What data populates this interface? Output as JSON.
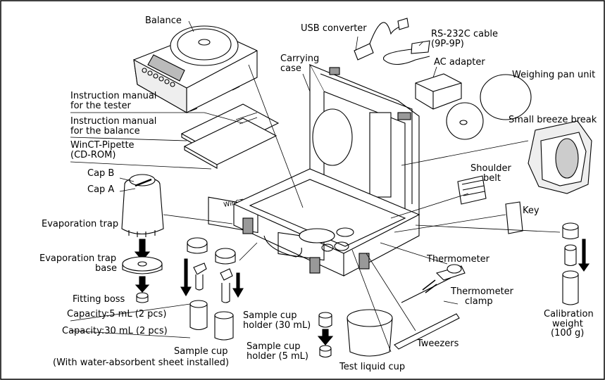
{
  "labels": {
    "balance": "Balance",
    "usb_converter": "USB converter",
    "rs232c_cable_line1": "RS-232C cable",
    "rs232c_cable_line2": "(9P-9P)",
    "carrying_case_line1": "Carrying",
    "carrying_case_line2": "case",
    "ac_adapter": "AC adapter",
    "weighing_pan_unit": "Weighing pan unit",
    "small_breeze_break": "Small breeze break",
    "manual_tester_line1": "Instruction manual",
    "manual_tester_line2": "for the tester",
    "manual_balance_line1": "Instruction manual",
    "manual_balance_line2": "for the balance",
    "wincT_line1": "WinCT-Pipette",
    "wincT_line2": "(CD-ROM)",
    "cap_b": "Cap B",
    "cap_a": "Cap A",
    "shoulder_belt_line1": "Shoulder",
    "shoulder_belt_line2": "belt",
    "key": "Key",
    "evaporation_trap": "Evaporation trap",
    "evap_trap_base_line1": "Evaporation trap",
    "evap_trap_base_line2": "base",
    "thermometer": "Thermometer",
    "thermometer_clamp_line1": "Thermometer",
    "thermometer_clamp_line2": "clamp",
    "fitting_boss": "Fitting boss",
    "capacity_5": "Capacity:5 mL (2 pcs)",
    "capacity_30": "Capacity:30 mL (2 pcs)",
    "sample_cup_holder_30_line1": "Sample cup",
    "sample_cup_holder_30_line2": "holder (30 mL)",
    "sample_cup_holder_5_line1": "Sample cup",
    "sample_cup_holder_5_line2": "holder (5 mL)",
    "sample_cup_line1": "Sample  cup",
    "sample_cup_line2": "(With water-absorbent sheet installed)",
    "tweezers": "Tweezers",
    "test_liquid_cup": "Test liquid cup",
    "calibration_weight_line1": "Calibration",
    "calibration_weight_line2": "weight",
    "calibration_weight_line3": "(100 g)"
  },
  "case_label": "WinCT"
}
